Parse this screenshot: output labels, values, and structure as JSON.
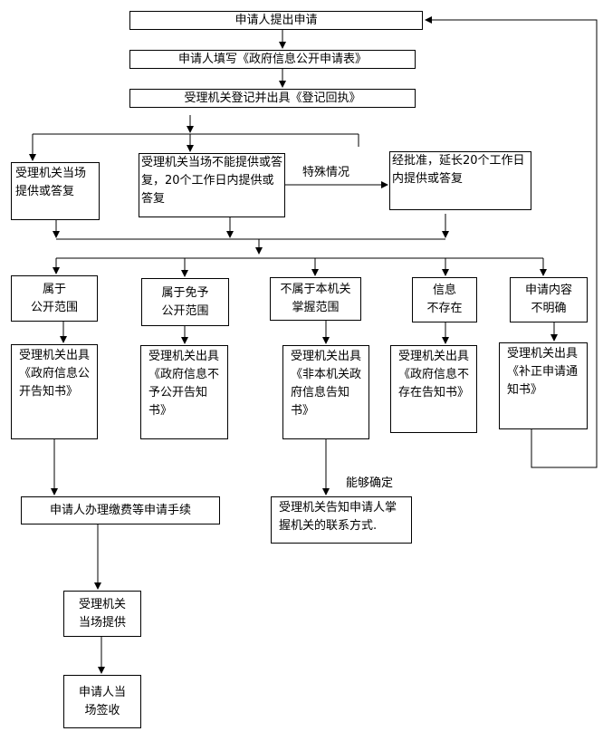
{
  "nodes": {
    "apply": "申请人提出申请",
    "fill_form": "申请人填写《政府信息公开申请表》",
    "register": "受理机关登记并出具《登记回执》",
    "onsite": "受理机关当场提供或答复",
    "twenty_days": "受理机关当场不能提供或答复，20个工作日内提供或答复",
    "extend": "经批准，延长20个工作日内提供或答复",
    "public_scope": "属于\n公开范围",
    "exempt_scope": "属于免予\n公开范围",
    "not_this_org": "不属于本机关\n掌握范围",
    "info_missing": "信息\n不存在",
    "unclear": "申请内容\n不明确",
    "notice_public": "受理机关出具《政府信息公开告知书》",
    "notice_exempt": "受理机关出具《政府信息不予公开告知书》",
    "notice_not_this": "受理机关出具《非本机关政府信息告知书》",
    "notice_missing": "受理机关出具《政府信息不存在告知书》",
    "notice_correct": "受理机关出具《补正申请通知书》",
    "fee": "申请人办理缴费等申请手续",
    "inform_contact": "受理机关告知申请人掌握机关的联系方式.",
    "provide_onsite": "受理机关\n当场提供",
    "sign": "申请人当\n场签收"
  },
  "labels": {
    "special": "特殊情况",
    "can_determine": "能够确定"
  }
}
